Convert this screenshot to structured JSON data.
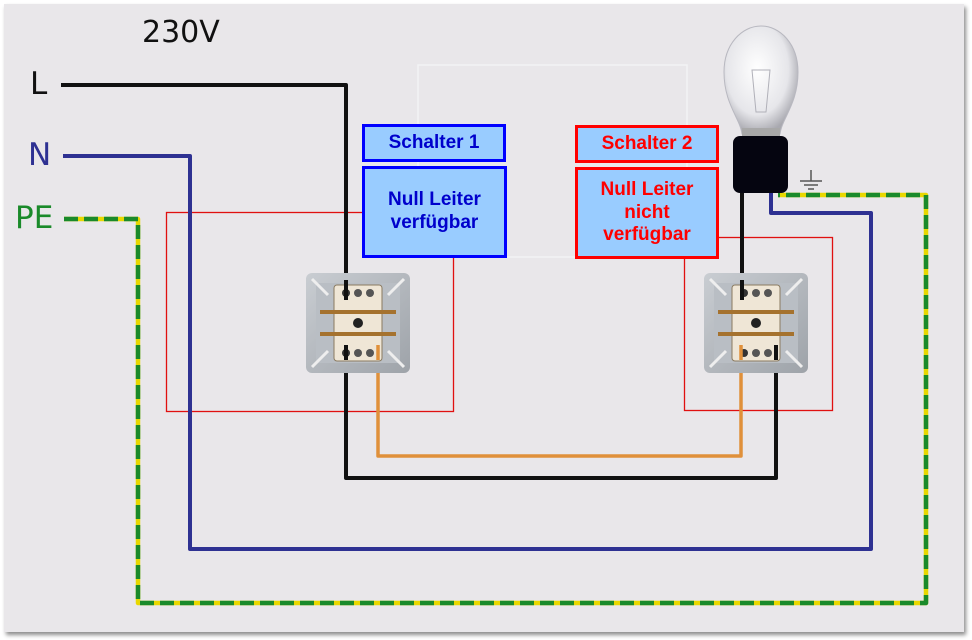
{
  "diagram": {
    "title": "230V",
    "conductors": {
      "L": {
        "label": "L",
        "color": "#111111"
      },
      "N": {
        "label": "N",
        "color": "#2e3192"
      },
      "PE": {
        "label": "PE",
        "color": "#1a8a2a",
        "stripe_color": "#e8d800"
      },
      "traveler": {
        "color": "#e0903a"
      }
    },
    "switches": [
      {
        "title": "Schalter 1",
        "note": "Null Leiter\nverfügbar",
        "color": "#0000ff",
        "box_fill": "#99ccff"
      },
      {
        "title": "Schalter 2",
        "note": "Null Leiter\nnicht\nverfügbar",
        "color": "#ff0000",
        "box_fill": "#99ccff"
      }
    ],
    "lamp": {
      "name": "light-bulb"
    },
    "ground_symbol": "earth-ground",
    "highlight_color": "#ff0000"
  }
}
